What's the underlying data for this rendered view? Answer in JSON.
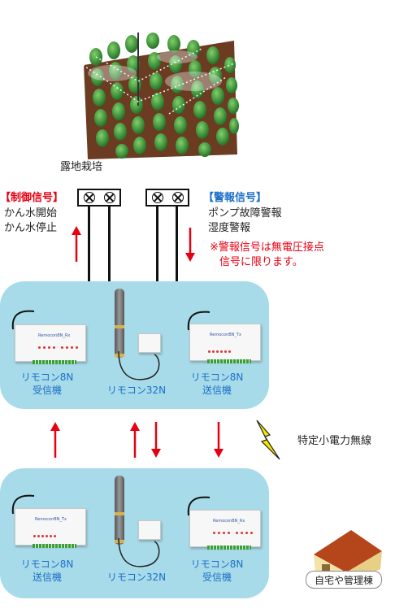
{
  "field_caption": "露地栽培",
  "control": {
    "heading": "【制御信号】",
    "lines": [
      "かん水開始",
      "かん水停止"
    ]
  },
  "alarm": {
    "heading": "【警報信号】",
    "lines": [
      "ポンプ故障警報",
      "湿度警報"
    ],
    "note_lines": [
      "※警報信号は無電圧接点",
      "信号に限ります。"
    ]
  },
  "top_panel": {
    "left_label": [
      "リモコン8N",
      "受信機"
    ],
    "mid_label": "リモコン32N",
    "right_label": [
      "リモコン8N",
      "送信機"
    ],
    "left_device_name": "RemoconBN_Rx",
    "right_device_name": "RemoconBN_Tx"
  },
  "bottom_panel": {
    "left_label": [
      "リモコン8N",
      "送信機"
    ],
    "mid_label": "リモコン32N",
    "right_label": [
      "リモコン8N",
      "受信機"
    ],
    "left_device_name": "RemoconBN_Tx",
    "right_device_name": "RemoconBN_Rx"
  },
  "wireless_label": "特定小電力無線",
  "home_label": "自宅や管理棟",
  "colors": {
    "panel": "#a8dbe9",
    "arrow": "#e60012",
    "label_blue": "#1b6fc8",
    "lightning": "#f2e600",
    "roof": "#b5451b"
  }
}
